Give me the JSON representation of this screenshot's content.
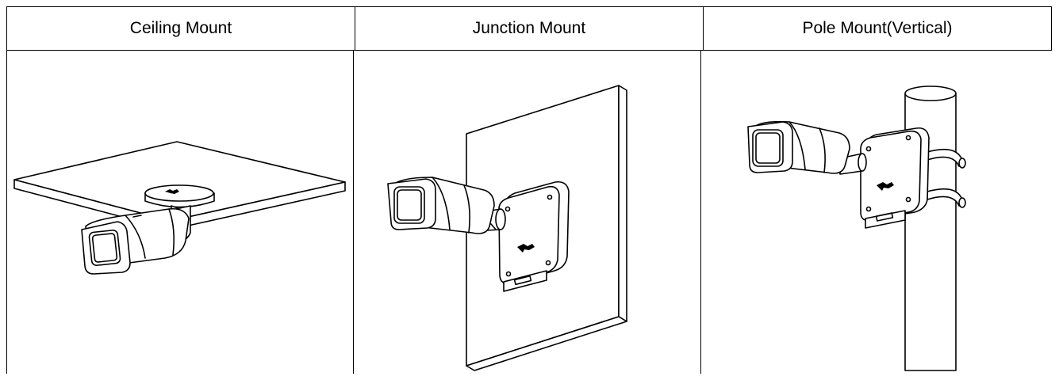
{
  "columns": [
    {
      "title": "Ceiling Mount",
      "illustration": "ceiling-mount-illustration"
    },
    {
      "title": "Junction Mount",
      "illustration": "junction-mount-illustration"
    },
    {
      "title": "Pole Mount(Vertical)",
      "illustration": "pole-mount-illustration"
    }
  ],
  "colors": {
    "line": "#000000",
    "background": "#ffffff"
  }
}
